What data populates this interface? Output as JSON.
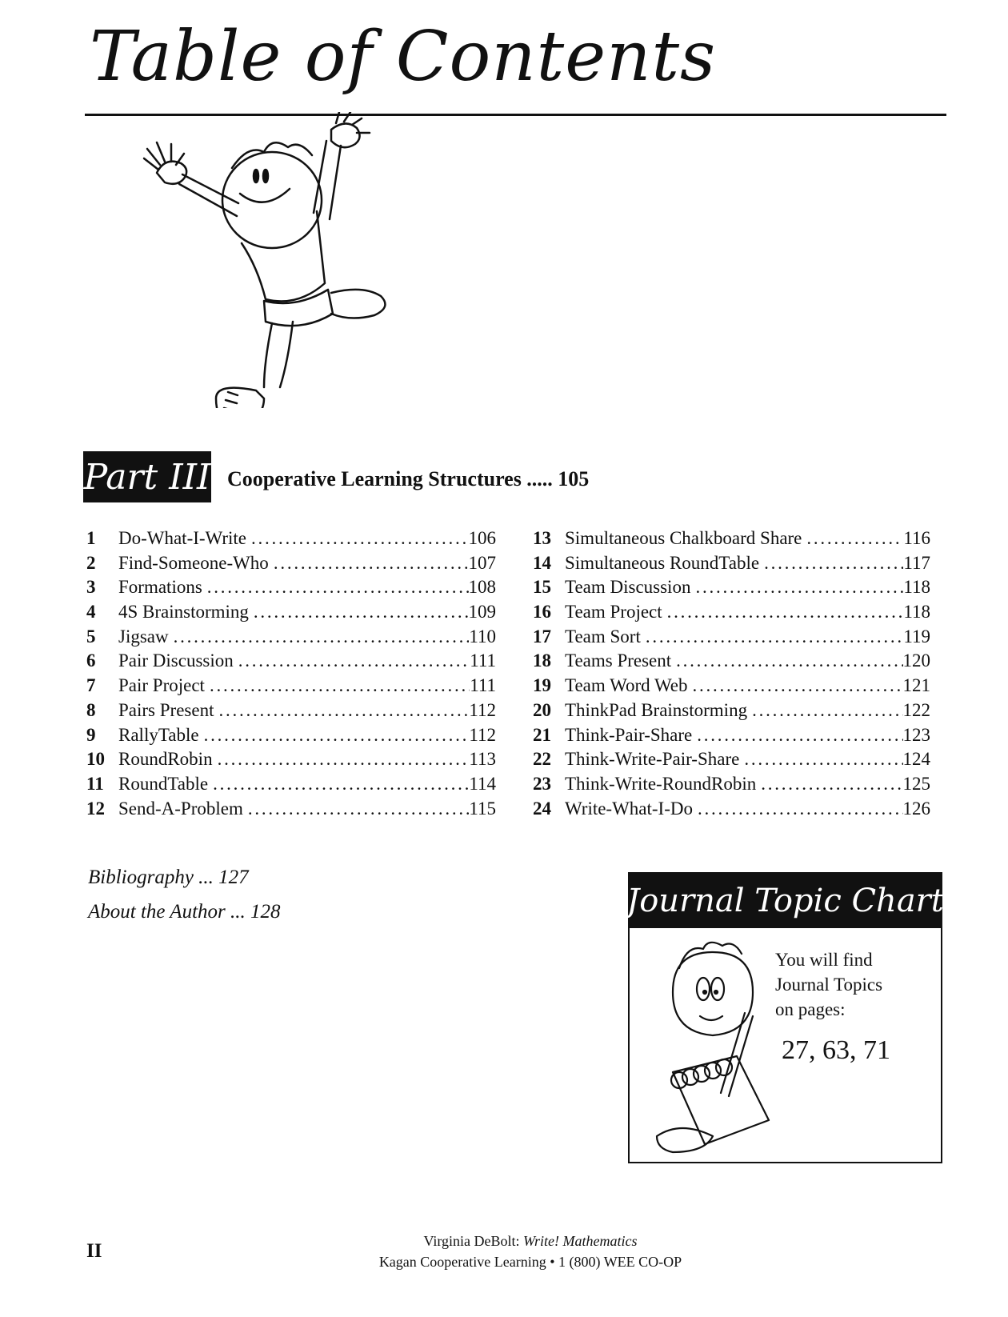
{
  "title": "Table of Contents",
  "part": {
    "badge": "Part III",
    "title": "Cooperative Learning Structures ..... 105"
  },
  "toc_left": [
    {
      "num": "1",
      "name": "Do-What-I-Write",
      "page": "106"
    },
    {
      "num": "2",
      "name": "Find-Someone-Who",
      "page": "107"
    },
    {
      "num": "3",
      "name": "Formations",
      "page": "108"
    },
    {
      "num": "4",
      "name": "4S Brainstorming",
      "page": "109"
    },
    {
      "num": "5",
      "name": "Jigsaw",
      "page": "110"
    },
    {
      "num": "6",
      "name": "Pair Discussion",
      "page": "111"
    },
    {
      "num": "7",
      "name": "Pair Project",
      "page": "111"
    },
    {
      "num": "8",
      "name": "Pairs Present",
      "page": "112"
    },
    {
      "num": "9",
      "name": "RallyTable",
      "page": "112"
    },
    {
      "num": "10",
      "name": "RoundRobin",
      "page": "113"
    },
    {
      "num": "11",
      "name": "RoundTable",
      "page": "114"
    },
    {
      "num": "12",
      "name": "Send-A-Problem",
      "page": "115"
    }
  ],
  "toc_right": [
    {
      "num": "13",
      "name": "Simultaneous Chalkboard Share",
      "page": "116"
    },
    {
      "num": "14",
      "name": "Simultaneous RoundTable",
      "page": "117"
    },
    {
      "num": "15",
      "name": "Team Discussion",
      "page": "118"
    },
    {
      "num": "16",
      "name": "Team Project",
      "page": "118"
    },
    {
      "num": "17",
      "name": "Team Sort",
      "page": "119"
    },
    {
      "num": "18",
      "name": "Teams Present",
      "page": "120"
    },
    {
      "num": "19",
      "name": "Team Word Web",
      "page": "121"
    },
    {
      "num": "20",
      "name": "ThinkPad Brainstorming",
      "page": "122"
    },
    {
      "num": "21",
      "name": "Think-Pair-Share",
      "page": "123"
    },
    {
      "num": "22",
      "name": "Think-Write-Pair-Share",
      "page": "124"
    },
    {
      "num": "23",
      "name": "Think-Write-RoundRobin",
      "page": "125"
    },
    {
      "num": "24",
      "name": "Write-What-I-Do",
      "page": "126"
    }
  ],
  "back_matter": {
    "bibliography": "Bibliography ... 127",
    "about_author": "About the Author ... 128"
  },
  "journal": {
    "header": "Journal Topic Chart",
    "line1": "You will find",
    "line2": "Journal Topics",
    "line3": "on pages:",
    "pages": "27, 63, 71"
  },
  "footer": {
    "page_number": "II",
    "author": "Virginia DeBolt:",
    "book": "Write! Mathematics",
    "publisher": "Kagan Cooperative Learning • 1 (800) WEE CO-OP"
  }
}
